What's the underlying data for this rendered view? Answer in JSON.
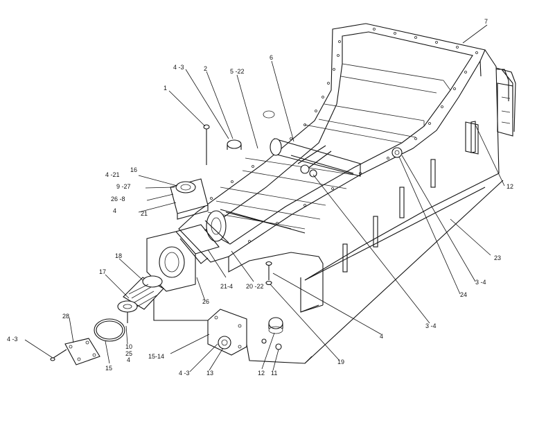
{
  "callouts": [
    {
      "text": "7"
    },
    {
      "text": "4 -3"
    },
    {
      "text": "2"
    },
    {
      "text": "5 -22"
    },
    {
      "text": "6"
    },
    {
      "text": "1"
    },
    {
      "text": "16"
    },
    {
      "text": "4 -21"
    },
    {
      "text": "9 -27"
    },
    {
      "text": "26  -8"
    },
    {
      "text": "4"
    },
    {
      "text": "21"
    },
    {
      "text": "12"
    },
    {
      "text": "23"
    },
    {
      "text": "18"
    },
    {
      "text": "17"
    },
    {
      "text": "21-4"
    },
    {
      "text": "20  -22"
    },
    {
      "text": "26"
    },
    {
      "text": "3 -4"
    },
    {
      "text": "24"
    },
    {
      "text": "3 -4"
    },
    {
      "text": "4"
    },
    {
      "text": "28"
    },
    {
      "text": "4 -3"
    },
    {
      "text": "10"
    },
    {
      "text": "25"
    },
    {
      "text": "4"
    },
    {
      "text": "15"
    },
    {
      "text": "15-14"
    },
    {
      "text": "4 -3"
    },
    {
      "text": "13"
    },
    {
      "text": "12"
    },
    {
      "text": "11"
    },
    {
      "text": "19"
    }
  ]
}
